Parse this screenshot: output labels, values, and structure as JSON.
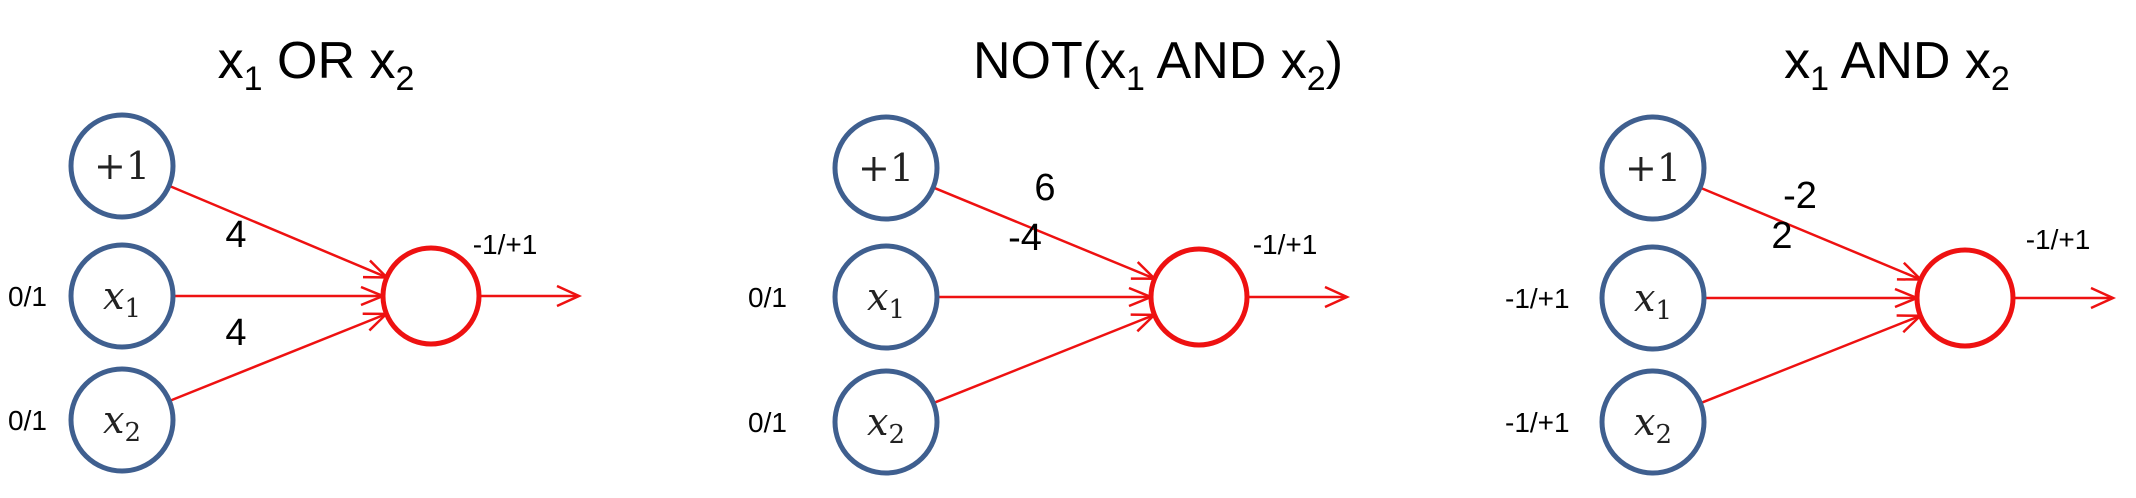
{
  "colors": {
    "input_node_stroke": "#3f5f8f",
    "output_node_stroke": "#ee1111",
    "edge": "#ee1111",
    "text": "#000000"
  },
  "networks": [
    {
      "id": "or",
      "title": {
        "pre": "x",
        "sub1": "1",
        "mid": " OR x",
        "sub2": "2",
        "post": ""
      },
      "inputs": [
        {
          "kind": "bias",
          "label": "+1",
          "value_label": ""
        },
        {
          "kind": "var",
          "label": "x",
          "sub": "1",
          "value_label": "0/1"
        },
        {
          "kind": "var",
          "label": "x",
          "sub": "2",
          "value_label": "0/1"
        }
      ],
      "weights": [
        "",
        "4",
        "4"
      ],
      "output_label": "-1/+1"
    },
    {
      "id": "nand",
      "title": {
        "pre": "NOT(x",
        "sub1": "1",
        "mid": " AND x",
        "sub2": "2",
        "post": ")"
      },
      "inputs": [
        {
          "kind": "bias",
          "label": "+1",
          "value_label": ""
        },
        {
          "kind": "var",
          "label": "x",
          "sub": "1",
          "value_label": "0/1"
        },
        {
          "kind": "var",
          "label": "x",
          "sub": "2",
          "value_label": "0/1"
        }
      ],
      "weights": [
        "6",
        "-4",
        ""
      ],
      "output_label": "-1/+1"
    },
    {
      "id": "and",
      "title": {
        "pre": "x",
        "sub1": "1",
        "mid": " AND x",
        "sub2": "2",
        "post": ""
      },
      "inputs": [
        {
          "kind": "bias",
          "label": "+1",
          "value_label": ""
        },
        {
          "kind": "var",
          "label": "x",
          "sub": "1",
          "value_label": "-1/+1"
        },
        {
          "kind": "var",
          "label": "x",
          "sub": "2",
          "value_label": "-1/+1"
        }
      ],
      "weights": [
        "-2",
        "2",
        ""
      ],
      "output_label": "-1/+1"
    }
  ]
}
